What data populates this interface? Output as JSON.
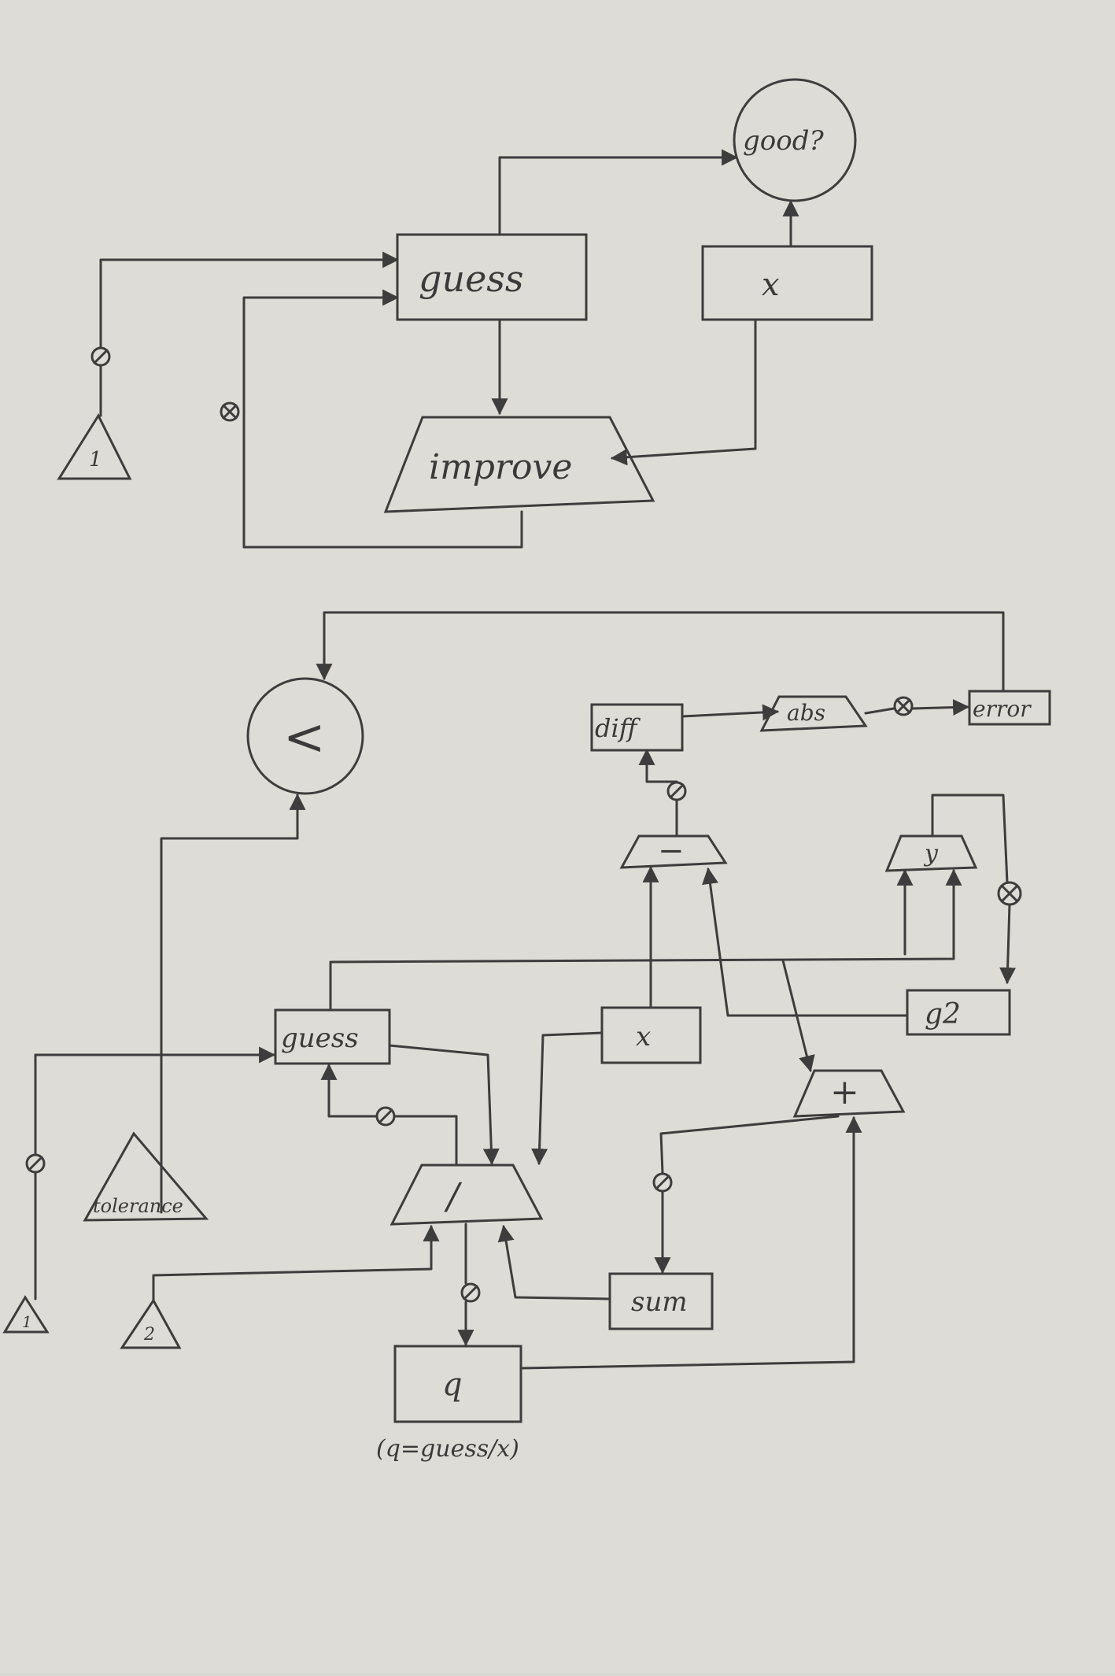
{
  "diagram_top": {
    "good_label": "good?",
    "guess_label": "guess",
    "x_label": "x",
    "improve_label": "improve",
    "input_const": "1"
  },
  "diagram_bottom": {
    "less_label": "<",
    "diff_label": "diff",
    "abs_label": "abs",
    "error_label": "error",
    "minus_label": "−",
    "half_label": "y",
    "g2_label": "g2",
    "guess_label": "guess",
    "x_label": "x",
    "plus_label": "+",
    "div_label": "/",
    "sum_label": "sum",
    "q_label": "q",
    "q_note": "(q=guess/x)",
    "tolerance_label": "tolerance",
    "input_const_1": "1",
    "input_const_2": "2"
  }
}
